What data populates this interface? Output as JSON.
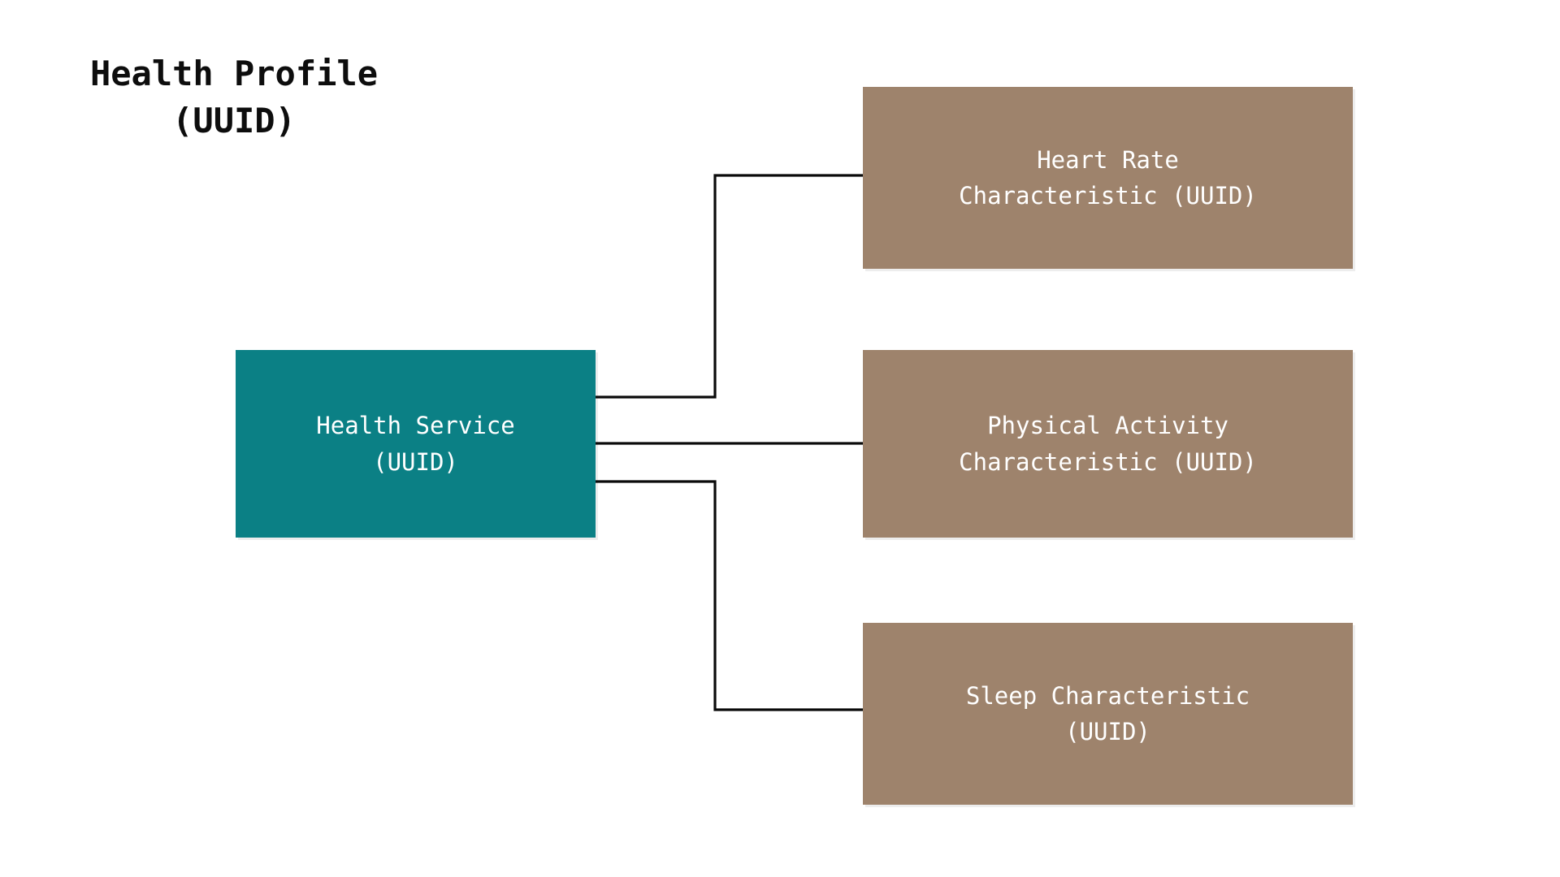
{
  "diagram": {
    "title": "Health Profile\n(UUID)",
    "type": "tree",
    "background_color": "#ffffff",
    "edge_color": "#0a0a0a",
    "nodes": [
      {
        "id": "service",
        "label": "Health Service\n(UUID)",
        "role": "service",
        "fill": "#0b8085",
        "text_color": "#ffffff"
      },
      {
        "id": "heart-rate",
        "label": "Heart Rate\nCharacteristic (UUID)",
        "role": "characteristic",
        "fill": "#9e836c",
        "text_color": "#ffffff"
      },
      {
        "id": "physical-activity",
        "label": "Physical Activity\nCharacteristic (UUID)",
        "role": "characteristic",
        "fill": "#9e836c",
        "text_color": "#ffffff"
      },
      {
        "id": "sleep",
        "label": "Sleep Characteristic\n(UUID)",
        "role": "characteristic",
        "fill": "#9e836c",
        "text_color": "#ffffff"
      }
    ],
    "edges": [
      {
        "from": "service",
        "to": "heart-rate",
        "style": "orthogonal"
      },
      {
        "from": "service",
        "to": "physical-activity",
        "style": "straight"
      },
      {
        "from": "service",
        "to": "sleep",
        "style": "orthogonal"
      }
    ]
  }
}
